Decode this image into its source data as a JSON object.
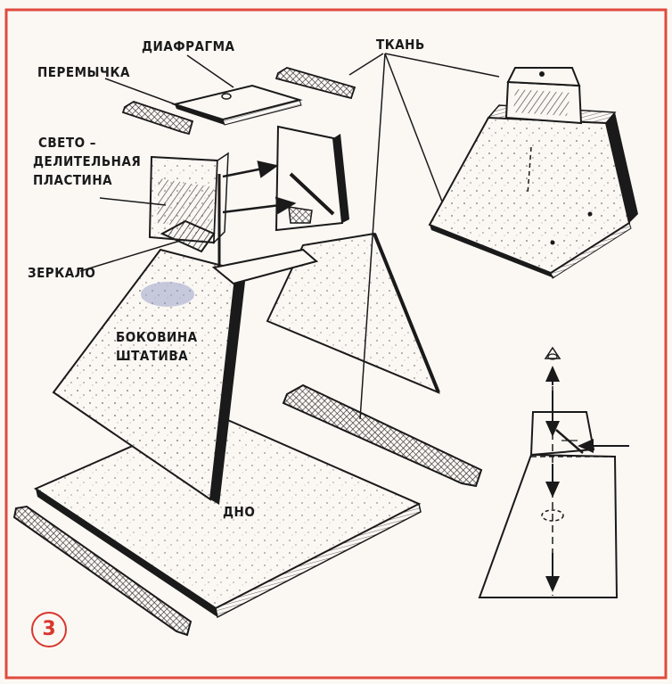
{
  "figure": {
    "number": "3",
    "frame_color": "#e04a3e",
    "ink_color": "#1a1a1a"
  },
  "labels": {
    "diaphragm": "ДИАФРАГМА",
    "fabric": "ТКАНЬ",
    "jumper": "ПЕРЕМЫЧКА",
    "splitter_line1": "СВЕТО –",
    "splitter_line2": "ДЕЛИТЕЛЬНАЯ",
    "splitter_line3": "ПЛАСТИНА",
    "mirror": "ЗЕРКАЛО",
    "side_line1": "БОКОВИНА",
    "side_line2": "ШТАТИВА",
    "bottom": "ДНО"
  }
}
